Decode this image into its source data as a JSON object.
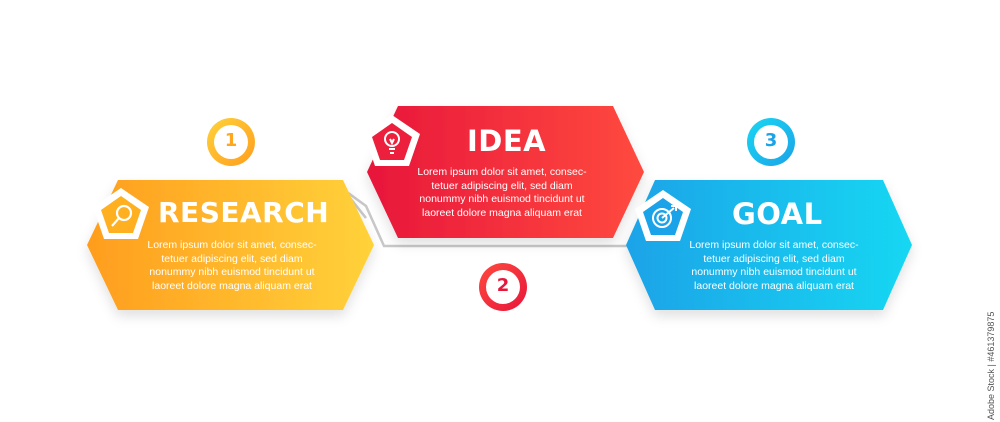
{
  "colors": {
    "step1_from": "#ffd23a",
    "step1_to": "#ff9d1e",
    "step2_from": "#e8163a",
    "step2_to": "#ff4a3f",
    "step3_from": "#1aa3e8",
    "step3_to": "#19d7f2",
    "connector": "#c8c8c8"
  },
  "steps": [
    {
      "number": "1",
      "title": "RESEARCH",
      "icon": "magnifier-icon",
      "text": "Lorem ipsum dolor sit amet, consec-\ntetuer adipiscing elit, sed diam\nnonummy nibh euismod tincidunt ut\nlaoreet dolore magna aliquam erat"
    },
    {
      "number": "2",
      "title": "IDEA",
      "icon": "lightbulb-icon",
      "text": "Lorem ipsum dolor sit amet, consec-\ntetuer adipiscing elit, sed diam\nnonummy nibh euismod tincidunt ut\nlaoreet dolore magna aliquam erat"
    },
    {
      "number": "3",
      "title": "GOAL",
      "icon": "target-icon",
      "text": "Lorem ipsum dolor sit amet, consec-\ntetuer adipiscing elit, sed diam\nnonummy nibh euismod tincidunt ut\nlaoreet dolore magna aliquam erat"
    }
  ],
  "stock_id": "Adobe Stock | #461379875"
}
